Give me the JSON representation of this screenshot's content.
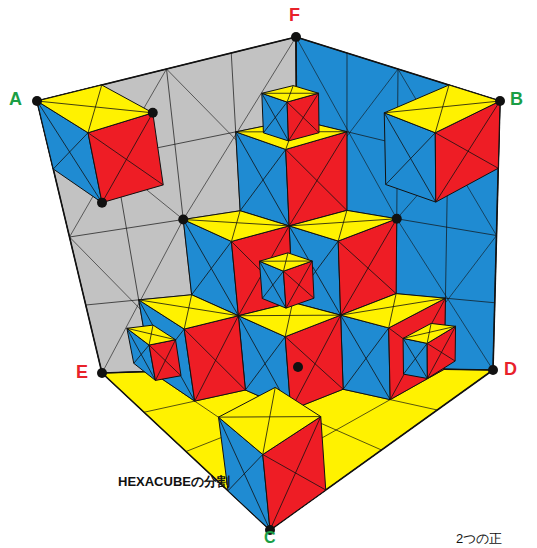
{
  "diagram": {
    "caption": "HEXACUBEの分割",
    "labels": [
      "F",
      "A",
      "B",
      "E",
      "D",
      "C",
      "2つの正"
    ]
  }
}
